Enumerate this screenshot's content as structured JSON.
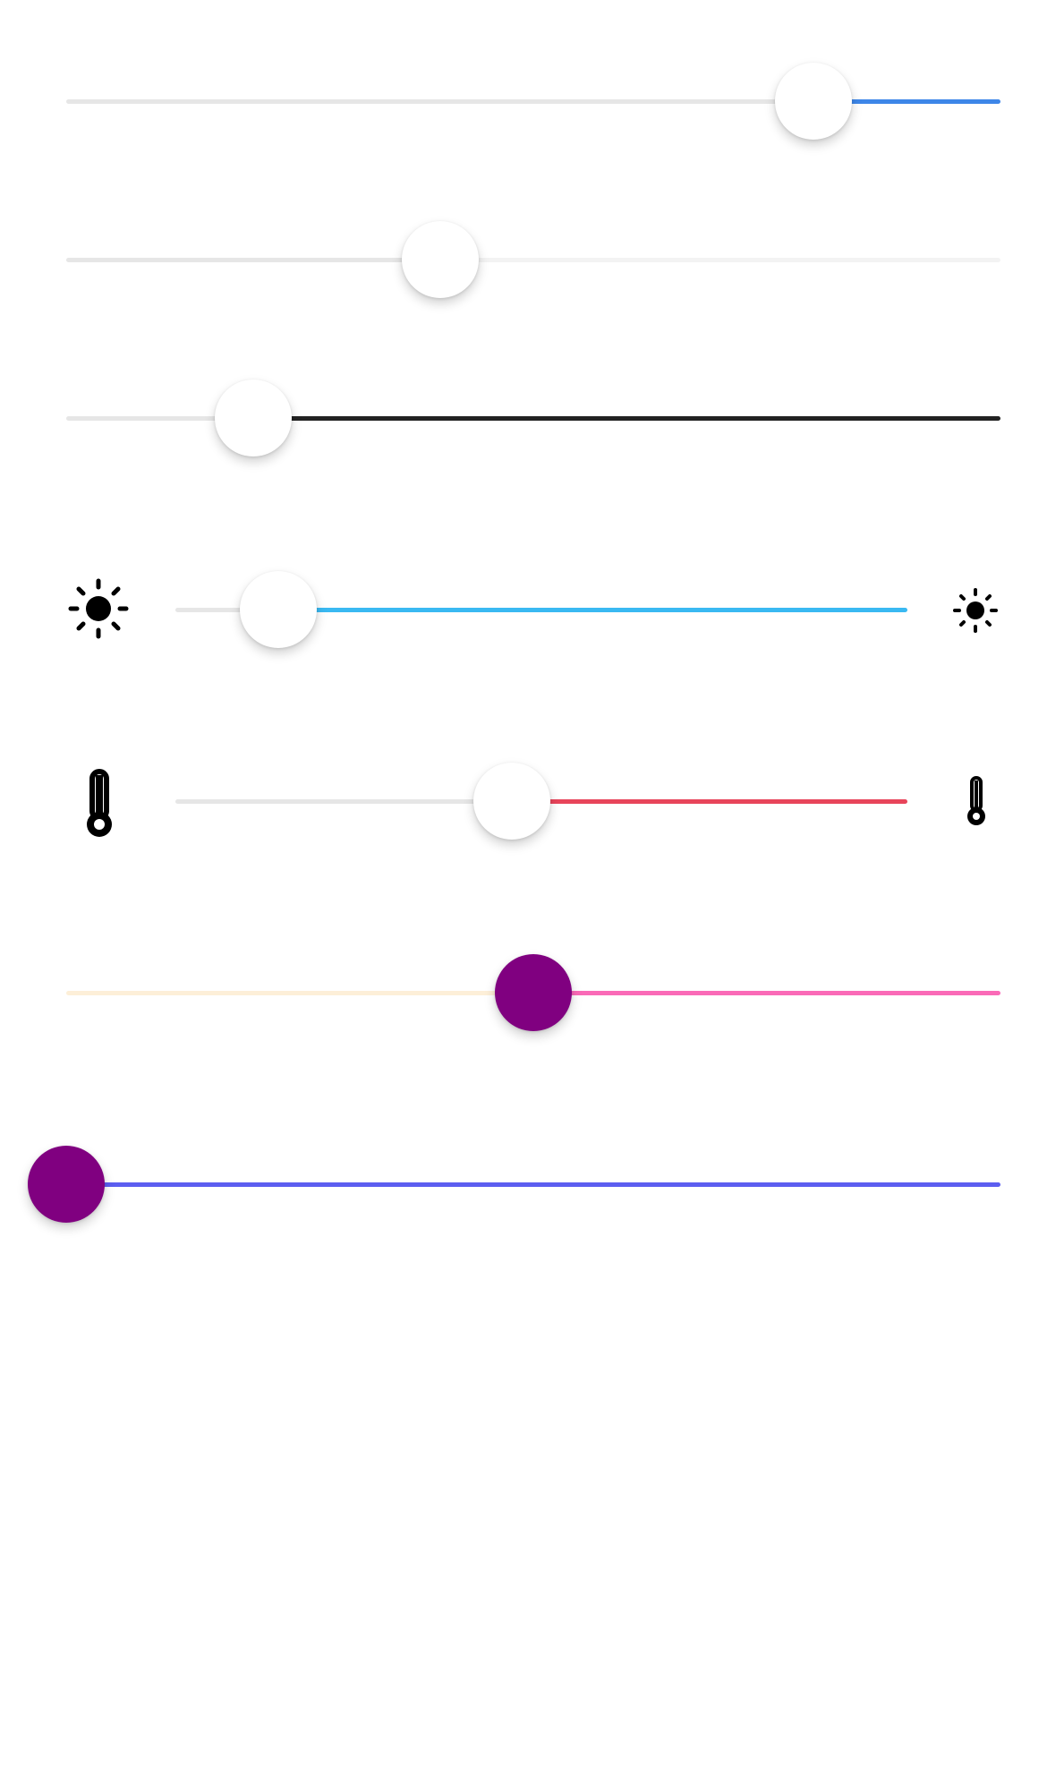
{
  "sliders": [
    {
      "name": "slider-default-blue",
      "value": 0.8,
      "min_color": "#e6e6e6",
      "max_color": "#3d86e8",
      "thumb_color": "#ffffff"
    },
    {
      "name": "slider-light",
      "value": 0.4,
      "min_color": "#e6e6e6",
      "max_color": "#f3f3f3",
      "thumb_color": "#ffffff"
    },
    {
      "name": "slider-dark",
      "value": 0.2,
      "min_color": "#e6e6e6",
      "max_color": "#222222",
      "thumb_color": "#ffffff"
    },
    {
      "name": "slider-brightness",
      "value": 0.14,
      "min_color": "#e6e6e6",
      "max_color": "#3ab9f2",
      "thumb_color": "#ffffff",
      "min_icon": "sun-large-icon",
      "max_icon": "sun-small-icon"
    },
    {
      "name": "slider-temperature",
      "value": 0.46,
      "min_color": "#e6e6e6",
      "max_color": "#e8445a",
      "thumb_color": "#ffffff",
      "min_icon": "thermometer-large-icon",
      "max_icon": "thermometer-small-icon"
    },
    {
      "name": "slider-pink-purple",
      "value": 0.5,
      "min_color": "#fdefd8",
      "max_color": "#fa6ab7",
      "thumb_color": "#800080"
    },
    {
      "name": "slider-indigo-purple",
      "value": 0.0,
      "min_color": "#5c5ef0",
      "max_color": "#5c5ef0",
      "thumb_color": "#800080"
    }
  ]
}
